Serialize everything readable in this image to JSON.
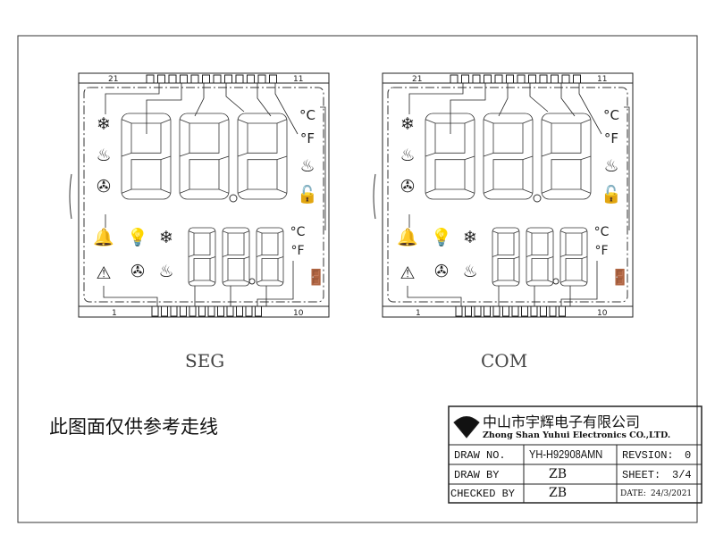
{
  "panels": [
    {
      "id": "seg",
      "caption": "SEG",
      "pin_top_left": "21",
      "pin_top_right": "11",
      "pin_bottom_left": "1",
      "pin_bottom_right": "10"
    },
    {
      "id": "com",
      "caption": "COM",
      "pin_top_left": "21",
      "pin_top_right": "11",
      "pin_bottom_left": "1",
      "pin_bottom_right": "10"
    }
  ],
  "icons": [
    "snowflake-icon",
    "heater-icon",
    "fan-icon",
    "alarm-bell-icon",
    "warning-icon",
    "bulb-icon",
    "lock-icon",
    "door-icon",
    "celsius-icon",
    "fahrenheit-icon"
  ],
  "note": "此图面仅供参考走线",
  "title_block": {
    "company_cn": "中山市宇辉电子有限公司",
    "company_en": "Zhong Shan Yuhui Electronics CO.,LTD.",
    "draw_no_label": "DRAW NO.",
    "draw_no": "YH-H92908AMN",
    "revision_label": "REVSION:",
    "revision": "0",
    "draw_by_label": "DRAW BY",
    "draw_by": "ZB",
    "sheet_label": "SHEET:",
    "sheet": "3/4",
    "checked_by_label": "CHECKED BY",
    "checked_by": "ZB",
    "date_label": "DATE:",
    "date": "24/3/2021"
  }
}
